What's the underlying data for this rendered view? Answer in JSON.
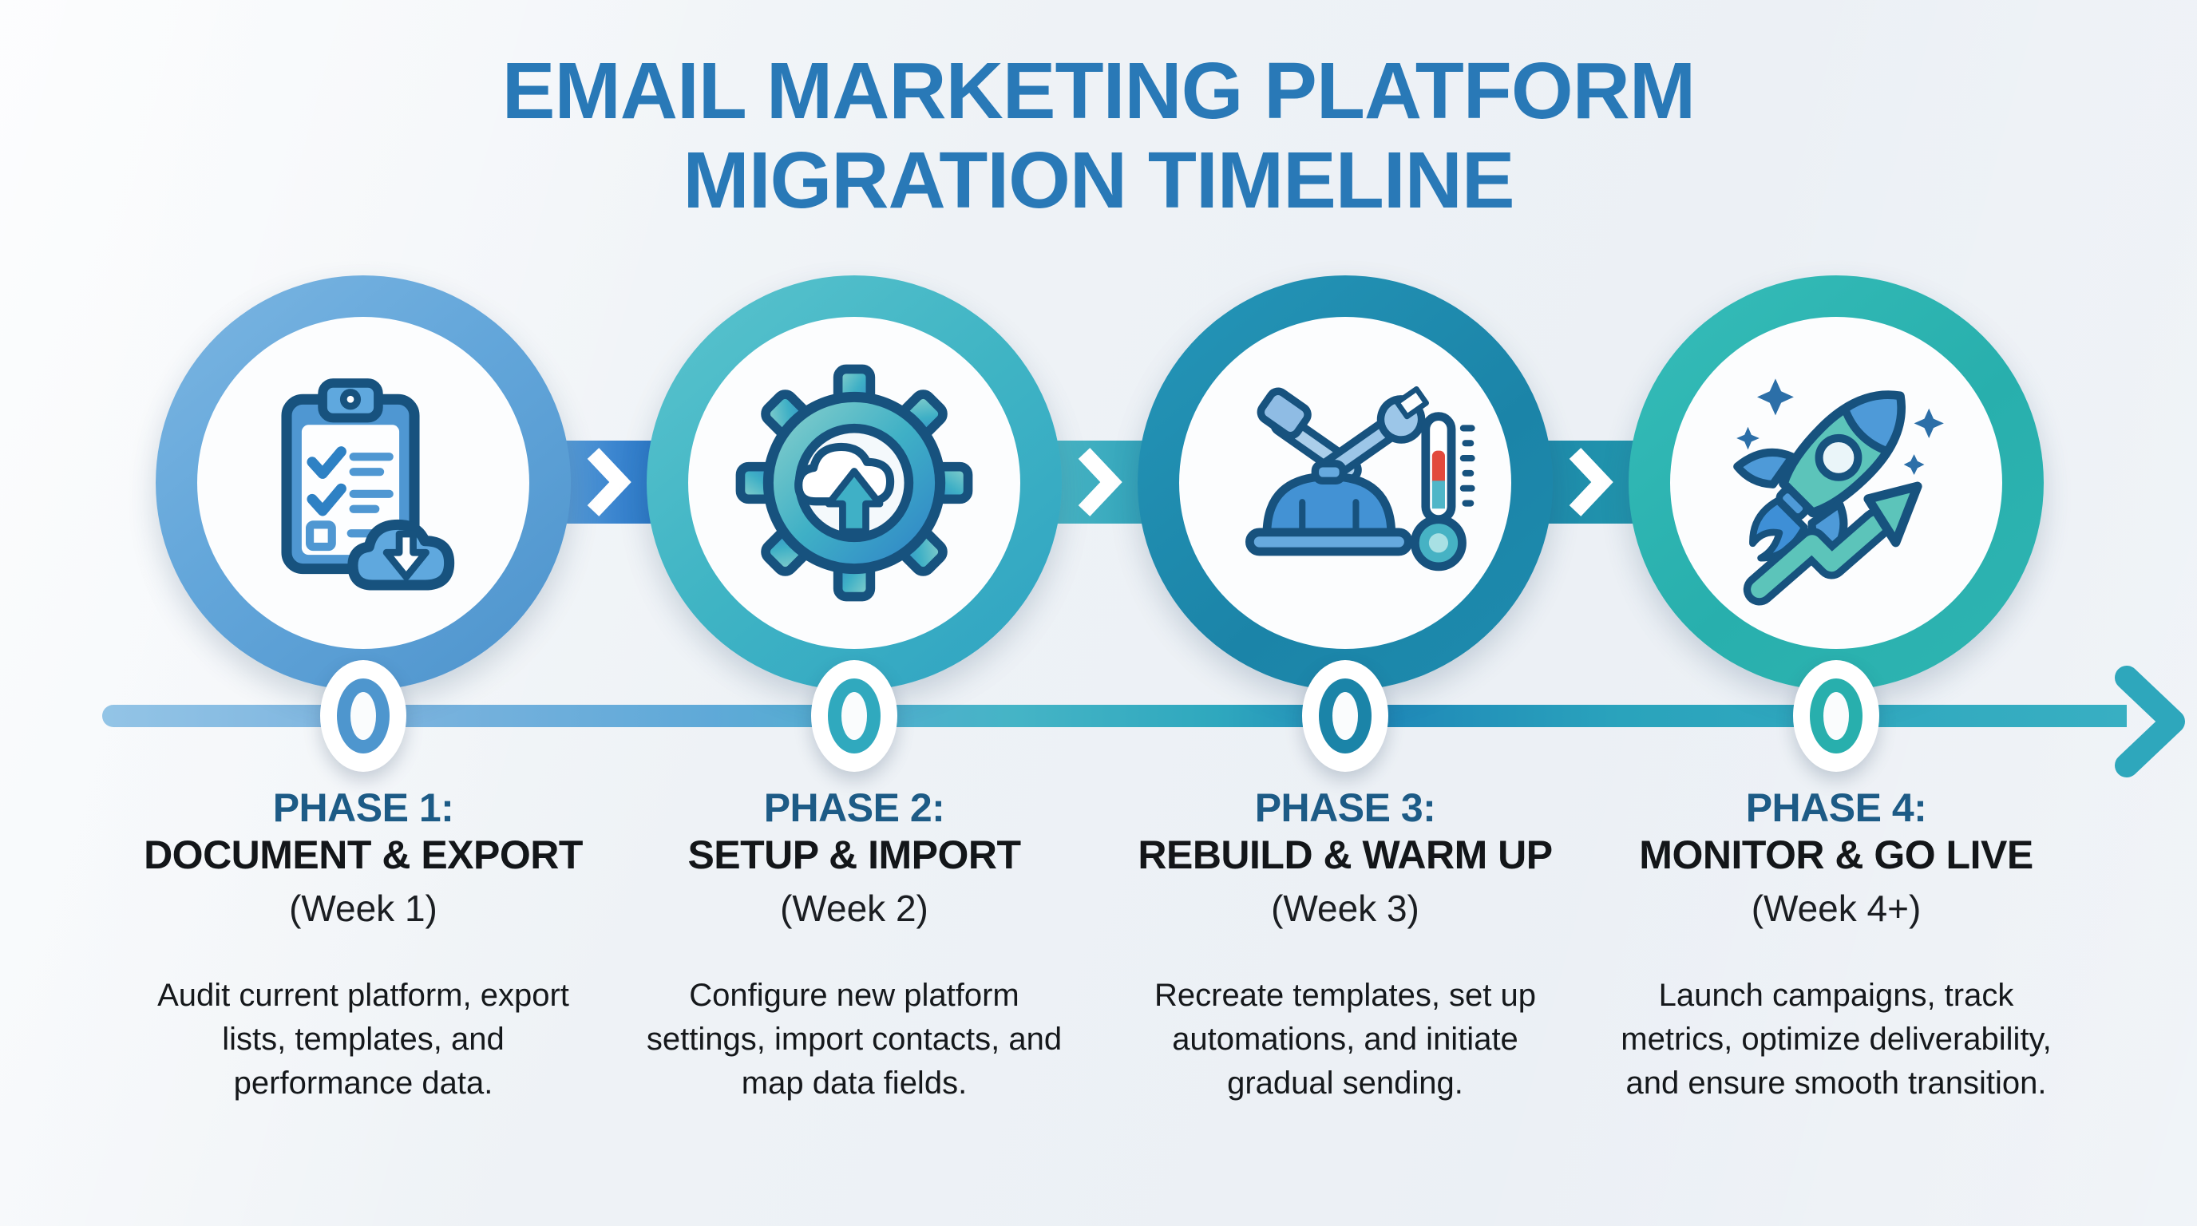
{
  "title": {
    "line1": "EMAIL MARKETING PLATFORM",
    "line2": "MIGRATION TIMELINE"
  },
  "phases": [
    {
      "label": "PHASE 1:",
      "heading": "DOCUMENT & EXPORT",
      "week": "(Week 1)",
      "description": "Audit current platform, export lists, templates, and performance data.",
      "icon": "clipboard-checklist-cloud-download-icon",
      "ring_color": "#63A6DA"
    },
    {
      "label": "PHASE 2:",
      "heading": "SETUP & IMPORT",
      "week": "(Week 2)",
      "description": "Configure new platform settings, import contacts, and map data fields.",
      "icon": "gear-cloud-upload-icon",
      "ring_color": "#3FB4C4"
    },
    {
      "label": "PHASE 3:",
      "heading": "REBUILD & WARM UP",
      "week": "(Week 3)",
      "description": "Recreate templates, set up automations, and initiate gradual sending.",
      "icon": "hammer-wrench-hardhat-thermometer-icon",
      "ring_color": "#1B84A8"
    },
    {
      "label": "PHASE 4:",
      "heading": "MONITOR & GO LIVE",
      "week": "(Week 4+)",
      "description": "Launch campaigns, track metrics, optimize deliverability, and ensure smooth transition.",
      "icon": "rocket-growth-arrow-icon",
      "ring_color": "#28AFAD"
    }
  ],
  "timeline": {
    "direction": "left-to-right",
    "end_icon": "right-arrowhead-icon",
    "gradient": [
      "#93C4E6",
      "#5FA9D8",
      "#3FB4C6",
      "#1F88B8",
      "#38AFC2"
    ]
  },
  "connectors": [
    {
      "icon": "chevron-right-icon",
      "color_from": "#6FAEDC",
      "color_to": "#1F70C2"
    },
    {
      "icon": "chevron-right-icon",
      "color_from": "#53BCC8",
      "color_to": "#2E9DB6"
    },
    {
      "icon": "chevron-right-icon",
      "color_from": "#1E85A9",
      "color_to": "#2496AE"
    }
  ],
  "colors": {
    "title": "#2979B7",
    "phase_label": "#1D5B86",
    "heading_text": "#131619",
    "body_text": "#15181B",
    "background": "#EFF2F6"
  }
}
